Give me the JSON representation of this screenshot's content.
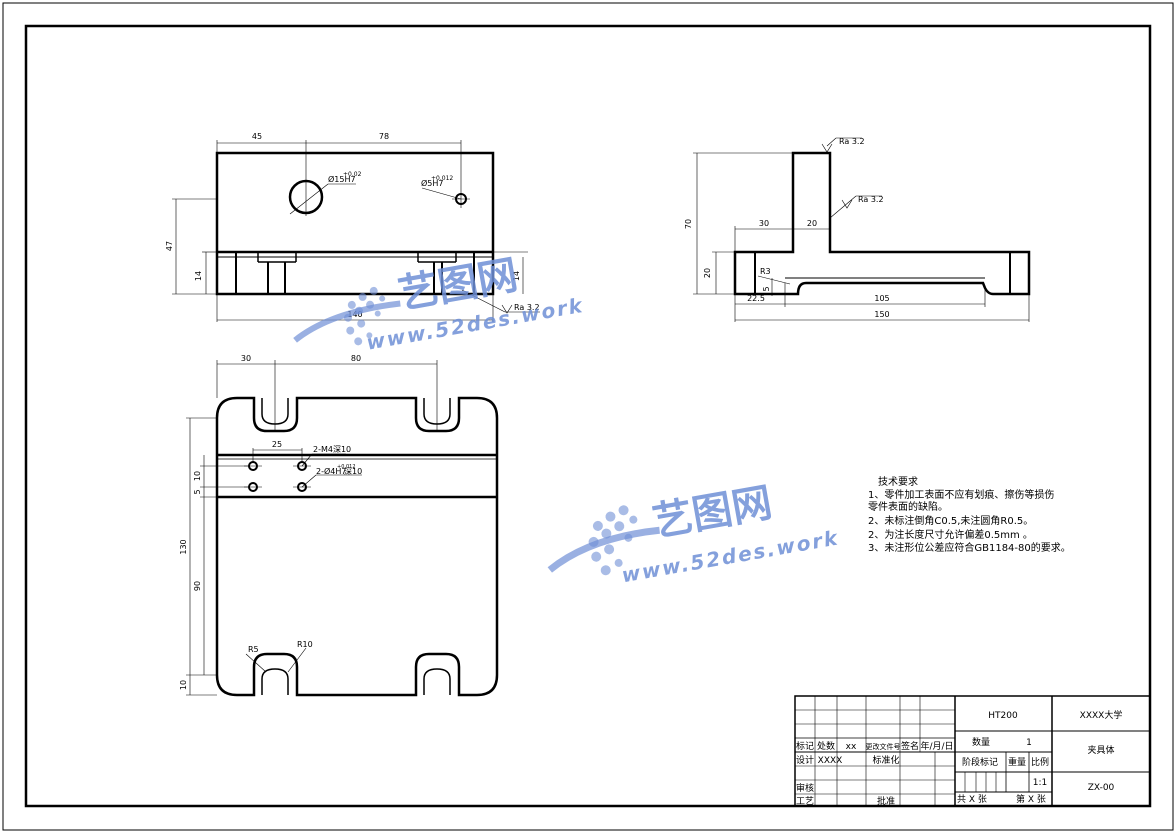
{
  "views": {
    "front": {
      "dims": [
        "45",
        "78",
        "47",
        "14",
        "14",
        "140"
      ],
      "hole_large": "Ø15H7",
      "hole_large_tol": "+0.02",
      "hole_small": "Ø5H7",
      "hole_small_tol": "+0.012",
      "roughness": "Ra 3.2"
    },
    "side": {
      "dims": [
        "70",
        "30",
        "20",
        "20",
        "R3",
        "5",
        "22.5",
        "105",
        "150"
      ],
      "roughness_top": "Ra 3.2",
      "roughness_mid": "Ra 3.2"
    },
    "top": {
      "dims": [
        "30",
        "80",
        "25",
        "10",
        "5",
        "130",
        "90",
        "10",
        "R5",
        "R10"
      ],
      "thread1": "2-M4深10",
      "thread2": "2-Ø4H7",
      "thread2_tol": "+0.012",
      "thread2_depth": "深10"
    }
  },
  "technical_requirements": {
    "title": "技术要求",
    "lines": [
      "1、零件加工表面不应有划痕、擦伤等损伤",
      "零件表面的缺陷。",
      "2、未标注倒角C0.5,未注圆角R0.5。",
      "2、为注长度尺寸允许偏差0.5mm 。",
      "3、未注形位公差应符合GB1184-80的要求。"
    ]
  },
  "title_block": {
    "material": "HT200",
    "school": "XXXX大学",
    "part_name": "夹具体",
    "drawing_no": "ZX-00",
    "quantity_label": "数量",
    "quantity": "1",
    "stage_label": "阶段标记",
    "weight_label": "重量",
    "scale_label": "比例",
    "scale": "1:1",
    "sheets_total": "共  X  张",
    "sheet_no": "第  X  张",
    "hdr_mark": "标记",
    "hdr_place": "处数",
    "hdr_xx": "xx",
    "hdr_doc": "更改文件号",
    "hdr_sign": "签名",
    "hdr_date": "年/月/日",
    "design": "设计",
    "designer": "XXXX",
    "standard": "标准化",
    "review": "审核",
    "process": "工艺",
    "approve": "批准"
  },
  "watermark": {
    "brand": "艺图网",
    "url1": "www.52des.work",
    "url2": "www.52des.work"
  },
  "colors": {
    "line": "#000000",
    "watermark": "#6f8fd6",
    "background": "#ffffff"
  }
}
